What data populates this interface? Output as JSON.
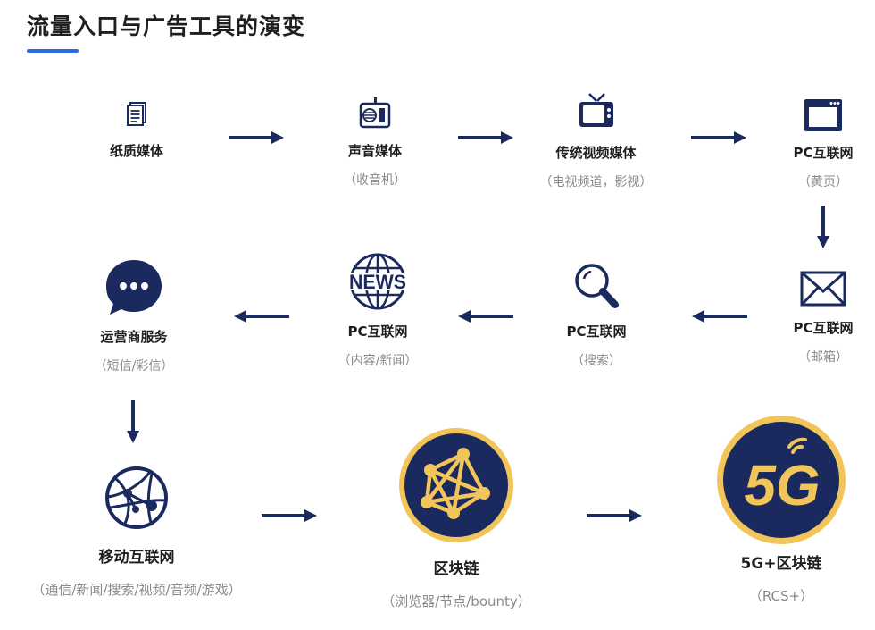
{
  "title": "流量入口与广告工具的演变",
  "colors": {
    "navy": "#1b2a5e",
    "gold": "#f2c55a",
    "accent": "#2b6be4"
  },
  "nodes": [
    {
      "id": "paper",
      "icon": "document-icon",
      "label": "纸质媒体",
      "sub": ""
    },
    {
      "id": "radio",
      "icon": "radio-icon",
      "label": "声音媒体",
      "sub": "（收音机）"
    },
    {
      "id": "tv",
      "icon": "tv-icon",
      "label": "传统视频媒体",
      "sub": "（电视频道，影视）"
    },
    {
      "id": "pc1",
      "icon": "browser-icon",
      "label": "PC互联网",
      "sub": "（黄页）"
    },
    {
      "id": "pc2",
      "icon": "envelope-icon",
      "label": "PC互联网",
      "sub": "（邮箱）"
    },
    {
      "id": "pc3",
      "icon": "magnifier-icon",
      "label": "PC互联网",
      "sub": "（搜索）"
    },
    {
      "id": "pc4",
      "icon": "news-globe-icon",
      "label": "PC互联网",
      "sub": "（内容/新闻）"
    },
    {
      "id": "carrier",
      "icon": "chat-bubble-icon",
      "label": "运营商服务",
      "sub": "（短信/彩信）"
    },
    {
      "id": "mobile",
      "icon": "network-globe-icon",
      "label": "移动互联网",
      "sub": "（通信/新闻/搜索/视频/音频/游戏）"
    },
    {
      "id": "chain",
      "icon": "blockchain-icon",
      "label": "区块链",
      "sub": "（浏览器/节点/bounty）"
    },
    {
      "id": "5g",
      "icon": "5g-icon",
      "label": "5G+区块链",
      "sub": "（RCS+）",
      "badge": "5G"
    }
  ]
}
